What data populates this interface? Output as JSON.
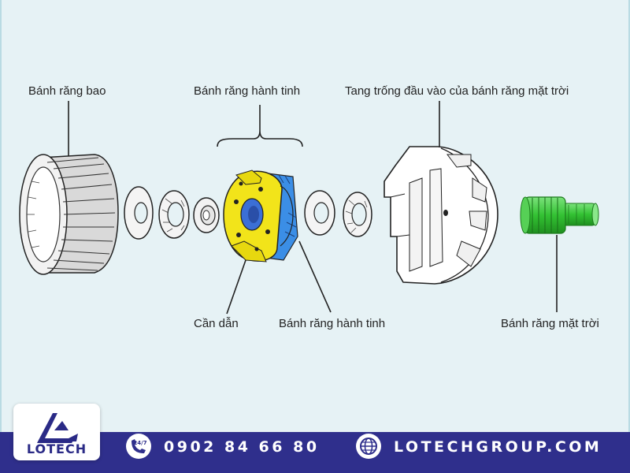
{
  "labels": {
    "ring_gear": "Bánh răng bao",
    "planet_gears_top": "Bánh răng hành tinh",
    "input_drum": "Tang trống đầu vào của bánh răng mặt trời",
    "carrier": "Cần dẫn",
    "planet_gears_bottom": "Bánh răng hành tinh",
    "sun_gear": "Bánh răng mặt trời"
  },
  "logo": {
    "text": "LOTECH"
  },
  "footer": {
    "phone_badge": "24/7",
    "phone": "0902 84 66 80",
    "website": "LOTECHGROUP.COM"
  },
  "colors": {
    "background": "#e6f2f5",
    "footer": "#2f2f8c",
    "carrier": "#f2e41a",
    "planet_teeth": "#3b8ee6",
    "sun_gear": "#3dc63d",
    "brand": "#2a2a86"
  },
  "icons": [
    "phone-24-7-icon",
    "globe-icon",
    "lotech-logo-icon"
  ]
}
